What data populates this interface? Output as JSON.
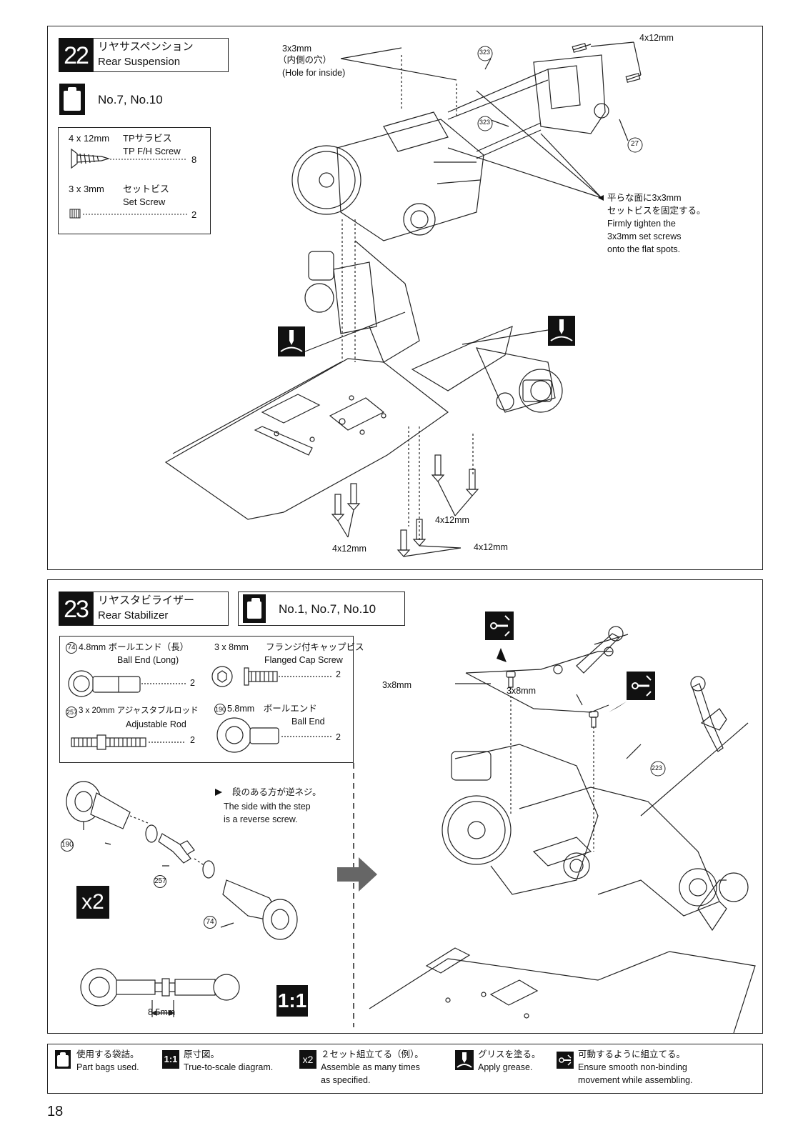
{
  "step22": {
    "number": "22",
    "title_jp": "リヤサスペンション",
    "title_en": "Rear Suspension",
    "bags": "No.7, No.10",
    "parts": [
      {
        "size": "4 x 12mm",
        "name_jp": "TPサラビス",
        "name_en": "TP F/H Screw",
        "qty": "8"
      },
      {
        "size": "3 x 3mm",
        "name_jp": "セットビス",
        "name_en": "Set Screw",
        "qty": "2"
      }
    ],
    "callouts": {
      "set_screw_size": "3x3mm",
      "hole_jp": "（内側の穴）",
      "hole_en": "(Hole for inside)",
      "screw_4x12_top": "4x12mm",
      "part_323_a": "323",
      "part_323_b": "323",
      "part_27": "27",
      "flat_note_jp1": "平らな面に3x3mm",
      "flat_note_jp2": "セットビスを固定する。",
      "flat_note_en1": "Firmly tighten the",
      "flat_note_en2": "3x3mm set screws",
      "flat_note_en3": "onto the flat spots.",
      "screw_bottom_a": "4x12mm",
      "screw_bottom_b": "4x12mm",
      "screw_bottom_c": "4x12mm"
    }
  },
  "step23": {
    "number": "23",
    "title_jp": "リヤスタビライザー",
    "title_en": "Rear Stabilizer",
    "bags": "No.1, No.7, No.10",
    "parts": {
      "p74_num": "74",
      "p74_jp": "4.8mm ボールエンド（長）",
      "p74_en": "Ball End (Long)",
      "p74_qty": "2",
      "cap_size": "3 x 8mm",
      "cap_jp": "フランジ付キャップビス",
      "cap_en": "Flanged Cap Screw",
      "cap_qty": "2",
      "p257_num": "257",
      "p257_jp": "3 x 20mm アジャスタブルロッド",
      "p257_en": "Adjustable Rod",
      "p257_qty": "2",
      "p190_num": "190",
      "p190_jp": "5.8mm　ボールエンド",
      "p190_en": "Ball End",
      "p190_qty": "2"
    },
    "reverse_jp": "段のある方が逆ネジ。",
    "reverse_en1": "The side with the step",
    "reverse_en2": "is a reverse screw.",
    "label_190": "190",
    "label_257": "257",
    "label_74": "74",
    "x2": "x2",
    "scale": "1:1",
    "dimension": "8.5mm",
    "screw_a": "3x8mm",
    "screw_b": "3x8mm",
    "part_223": "223"
  },
  "legend": [
    {
      "jp": "使用する袋詰。",
      "en": "Part bags used."
    },
    {
      "jp": "原寸図。",
      "en": "True-to-scale diagram."
    },
    {
      "jp": "２セット組立てる（例）。",
      "en": "Assemble as many times",
      "en2": "as specified."
    },
    {
      "jp": "グリスを塗る。",
      "en": "Apply grease."
    },
    {
      "jp": "可動するように組立てる。",
      "en": "Ensure smooth non-binding",
      "en2": "movement while assembling."
    }
  ],
  "page_number": "18"
}
